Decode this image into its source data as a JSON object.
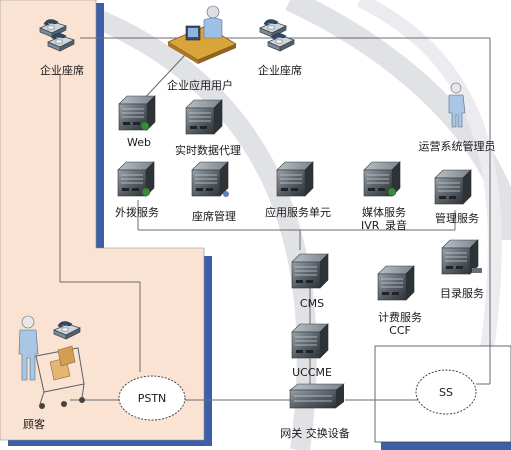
{
  "labels": {
    "agent_left": "企业座席",
    "agent_right": "企业座席",
    "app_user": "企业应用用户",
    "web": "Web",
    "realtime_proxy": "实时数据代理",
    "ops_admin": "运营系统管理员",
    "outbound": "外拨服务",
    "agent_mgmt": "座席管理",
    "app_service_unit": "应用服务单元",
    "media_service": "媒体服务",
    "ivr": "IVR",
    "recording": "录音",
    "mgmt_service": "管理服务",
    "directory_service": "目录服务",
    "cms": "CMS",
    "billing_service": "计费服务",
    "ccf": "CCF",
    "ucceme": "UCCME",
    "customer": "顾客",
    "pstn": "PSTN",
    "ss": "SS",
    "gateway_switch": "网关  交换设备"
  },
  "colors": {
    "customer_zone_fill": "#fbe3d3",
    "zone_shadow": "#3d5fa8",
    "background_swoosh": "#d9d9de",
    "server_dark": "#4a5058",
    "server_light": "#8d959d",
    "line": "#6e6e6e"
  }
}
